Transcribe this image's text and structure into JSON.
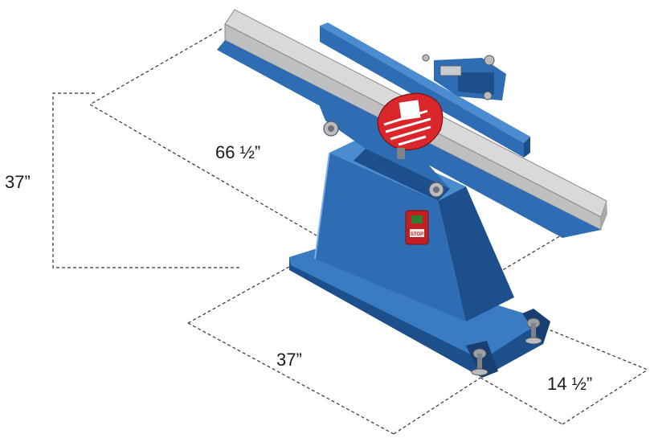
{
  "dimensions": {
    "height": "37”",
    "length": "66 ½”",
    "base_depth": "37”",
    "base_width": "14 ½”"
  },
  "machine": {
    "switch_label": "STOP"
  },
  "colors": {
    "body_blue": "#2e6db3",
    "body_blue_dark": "#1d4f8c",
    "table_gray": "#dcdcdc",
    "guard_red": "#d8262b",
    "dimension_line": "#333333"
  }
}
